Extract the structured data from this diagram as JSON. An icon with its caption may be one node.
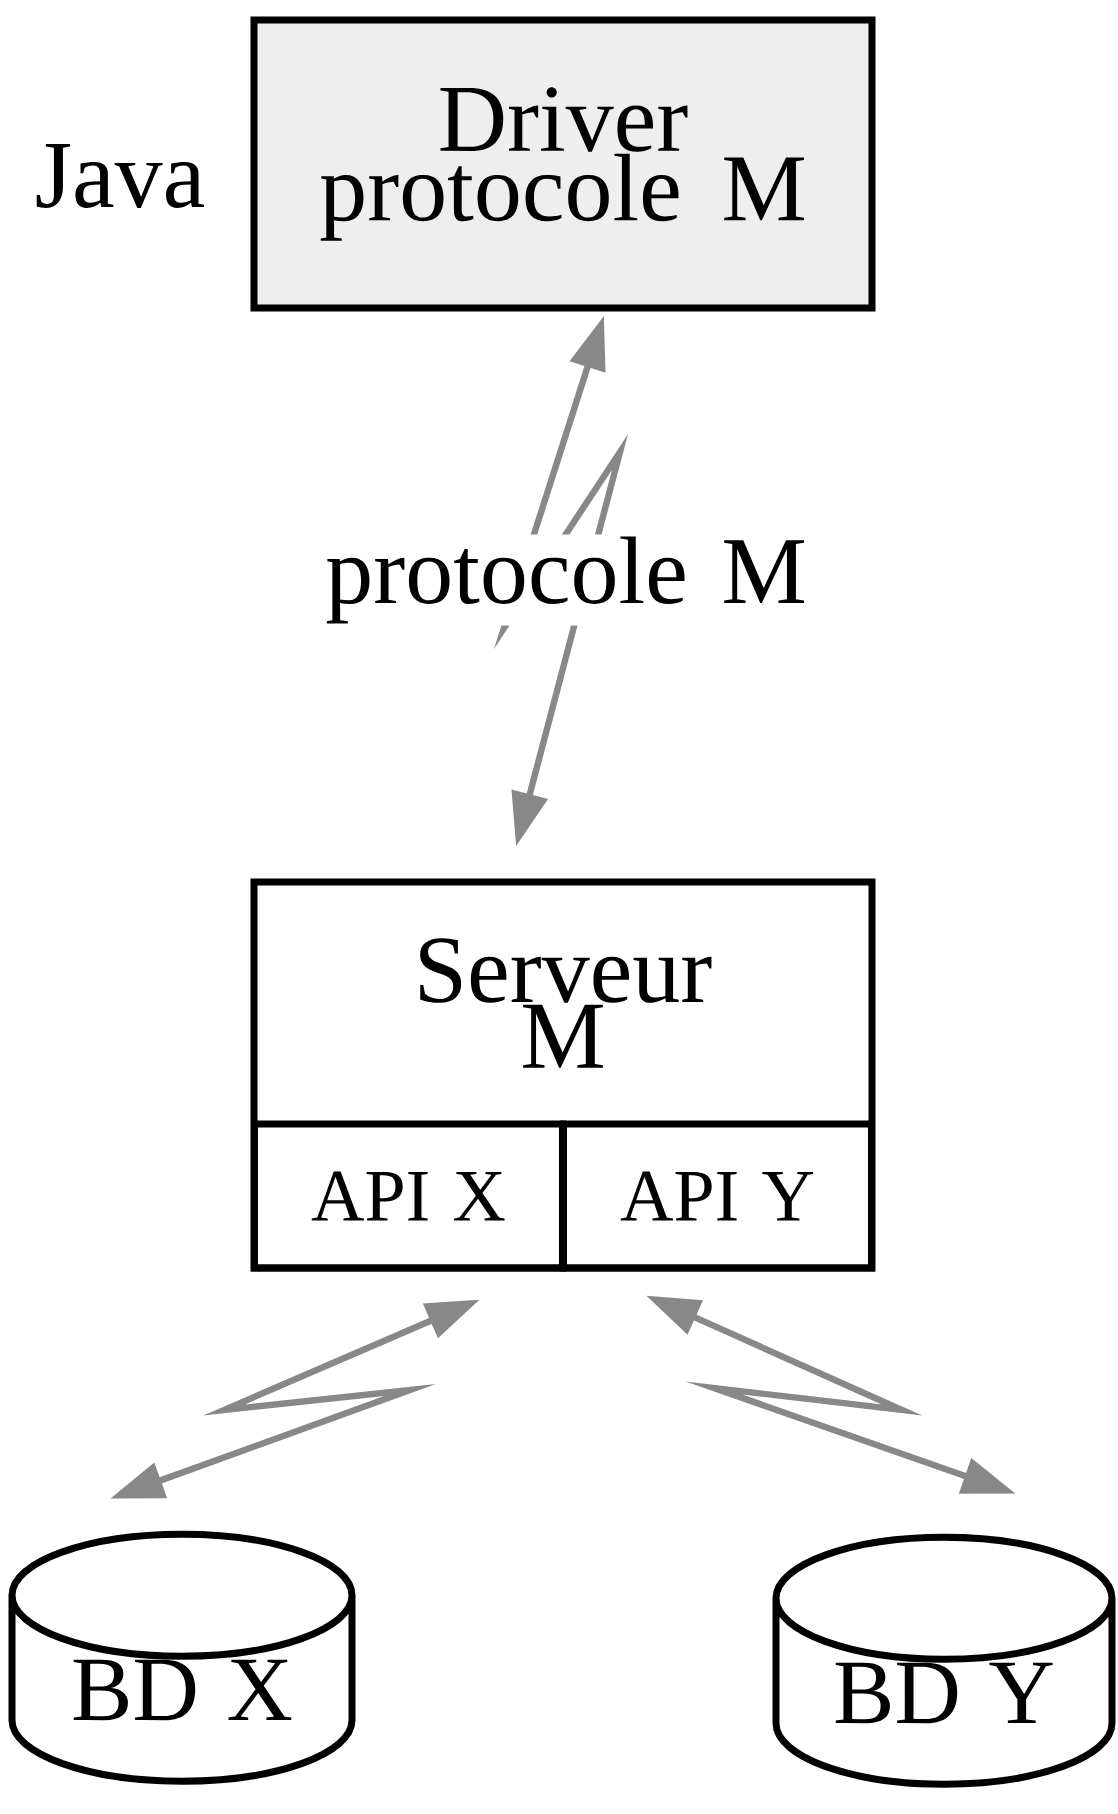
{
  "diagram": {
    "nodes": [
      {
        "text": [
          "Driver protocole M"
        ],
        "beside": [
          "Java"
        ]
      },
      {
        "text": [
          "Serveur M"
        ]
      },
      {
        "text": [
          "API X"
        ],
        "in": 1
      },
      {
        "text": [
          "API Y"
        ],
        "in": 1
      },
      {
        "text": [
          "BD X"
        ]
      },
      {
        "text": [
          "BD Y"
        ]
      }
    ],
    "edges": [
      {
        "from": 0,
        "to": 1,
        "arrow": "both",
        "label": "protocole M"
      },
      {
        "from": 2,
        "to": 4,
        "arrow": "both"
      },
      {
        "from": 3,
        "to": 5,
        "arrow": "both"
      }
    ]
  }
}
